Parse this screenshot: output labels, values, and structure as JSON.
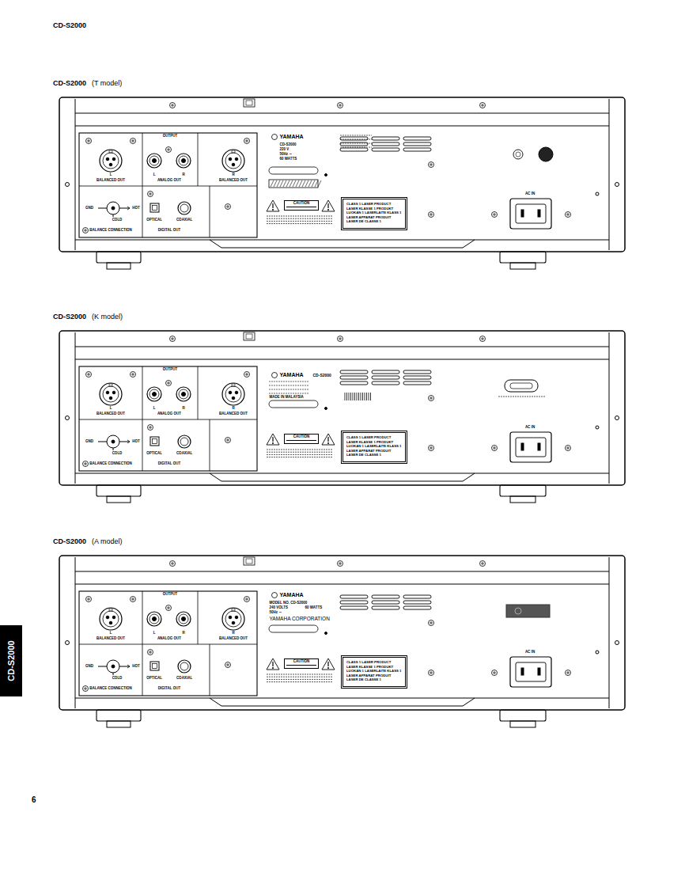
{
  "diagram": {
    "nodes": [
      {
        "text": [
          "CAUTION"
        ]
      },
      {
        "text": [
          "CLASS 1 LASER PRODUCT LASER KLASSE 1 PRODUKT LUOKAN 1 LASERLAITE KLASS 1 LASER APPARAT PRODUIT LASER DE CLASSE 1"
        ]
      },
      {
        "text": [
          "CAUTION"
        ]
      },
      {
        "text": [
          "CLASS 1 LASER PRODUCT LASER KLASSE 1 PRODUKT LUOKAN 1 LASERLAITE KLASS 1 LASER APPARAT PRODUIT LASER DE CLASSE 1"
        ]
      },
      {
        "text": [
          "CAUTION"
        ]
      },
      {
        "text": [
          "CLASS 1 LASER PRODUCT LASER KLASSE 1 PRODUKT LUOKAN 1 LASERLAITE KLASS 1 LASER APPARAT PRODUIT LASER DE CLASSE 1"
        ]
      },
      {
        "text": [
          "CD-S2000"
        ]
      }
    ],
    "labels": [
      "CD-S2000",
      "CD-S2000",
      "(T model)",
      "OUTPUT",
      "L",
      "L",
      "R",
      "R",
      "BALANCED OUT",
      "ANALOG OUT",
      "BALANCED OUT",
      "GND",
      "HOT",
      "COLD",
      "OPTICAL",
      "COAXIAL",
      "BALANCE CONNECTION",
      "DIGITAL OUT",
      "AC IN",
      "YAMAHA",
      "CD-S2000",
      "220 V",
      "50Hz ～",
      "60 WATTS",
      "CD-S2000",
      "(K model)",
      "OUTPUT",
      "L",
      "L",
      "R",
      "R",
      "BALANCED OUT",
      "ANALOG OUT",
      "BALANCED OUT",
      "GND",
      "HOT",
      "COLD",
      "OPTICAL",
      "COAXIAL",
      "BALANCE CONNECTION",
      "DIGITAL OUT",
      "AC IN",
      "YAMAHA",
      "CD-S2000",
      "MADE IN MALAYSIA",
      "CD-S2000",
      "(A model)",
      "OUTPUT",
      "L",
      "L",
      "R",
      "R",
      "BALANCED OUT",
      "ANALOG OUT",
      "BALANCED OUT",
      "GND",
      "HOT",
      "COLD",
      "OPTICAL",
      "COAXIAL",
      "BALANCE CONNECTION",
      "DIGITAL OUT",
      "AC IN",
      "YAMAHA",
      "MODEL NO. CD-S2000",
      "240 VOLTS",
      "60 WATTS",
      "50Hz ～",
      "YAMAHA CORPORATION",
      "6"
    ]
  }
}
